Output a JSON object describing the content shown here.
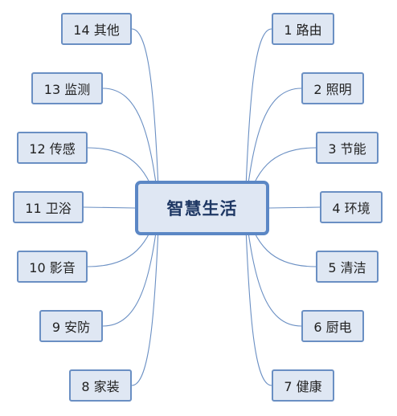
{
  "mindmap": {
    "central": "智慧生活",
    "topics_right": [
      "1 路由",
      "2 照明",
      "3 节能",
      "4 环境",
      "5 清洁",
      "6 厨电",
      "7 健康"
    ],
    "topics_left": [
      "14 其他",
      "13 监测",
      "12 传感",
      "11 卫浴",
      "10 影音",
      "9 安防",
      "8 家装"
    ]
  },
  "colors": {
    "node_fill": "#dfe7f3",
    "node_border": "#6a8fc3",
    "central_border": "#5b87c5",
    "link": "#6a8fc3"
  }
}
